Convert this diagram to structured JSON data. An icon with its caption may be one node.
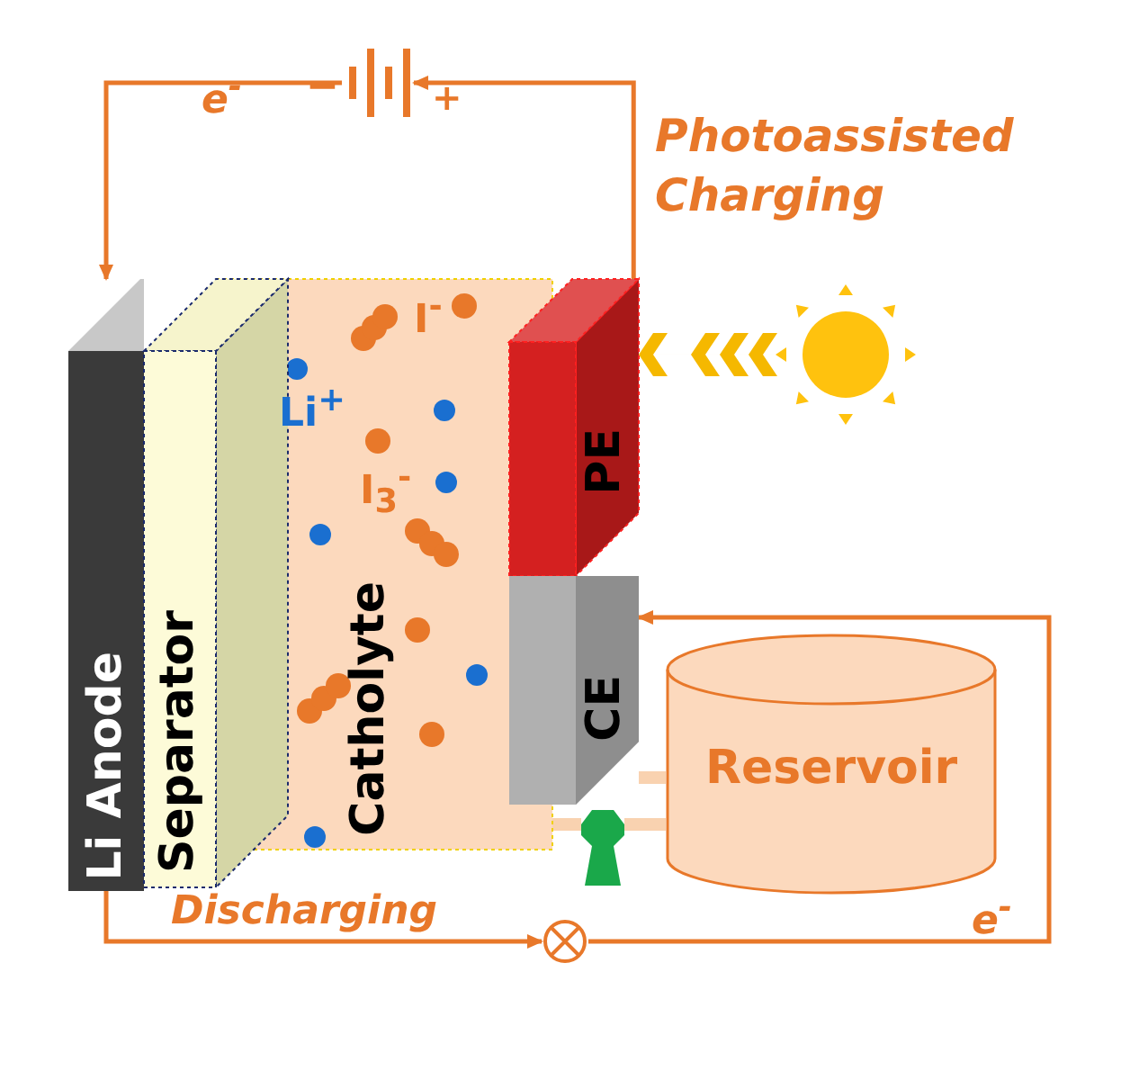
{
  "diagram": {
    "nodes": [
      {
        "text": [
          "Li Anode"
        ]
      },
      {
        "text": [
          "Separator"
        ]
      },
      {
        "text": [
          "Catholyte"
        ]
      },
      {
        "text": [
          "PE"
        ]
      },
      {
        "text": [
          "CE"
        ]
      },
      {
        "text": [
          "Reservoir"
        ]
      },
      {
        "text": [],
        "shape": "battery"
      },
      {
        "text": [],
        "shape": "circle"
      },
      {
        "text": [],
        "shape": "picture"
      },
      {
        "text": [],
        "shape": "picture"
      }
    ],
    "edges": [
      {
        "from": 3,
        "to": 6,
        "arrow": "to"
      },
      {
        "from": 6,
        "to": 0,
        "arrow": "to"
      },
      {
        "from": 8,
        "to": 3,
        "arrow": "to"
      },
      {
        "from": 0,
        "to": 7,
        "arrow": "to"
      },
      {
        "from": 7,
        "to": 4,
        "arrow": "to"
      },
      {
        "from": 4,
        "to": 5,
        "arrow": "none",
        "style": "thick",
        "color": "#f9d2b0"
      },
      {
        "from": 2,
        "to": 9,
        "arrow": "none",
        "style": "thick",
        "color": "#f9d2b0"
      },
      {
        "from": 9,
        "to": 5,
        "arrow": "none",
        "style": "thick",
        "color": "#f9d2b0"
      }
    ],
    "labels": [
      "e$^{-}$",
      "−",
      "+",
      "Photoassisted Charging",
      "I$^{-}$",
      "Li$^{+}$",
      "I$_{3}$$^{-}$",
      "Discharging",
      "e$^{-}$"
    ]
  }
}
